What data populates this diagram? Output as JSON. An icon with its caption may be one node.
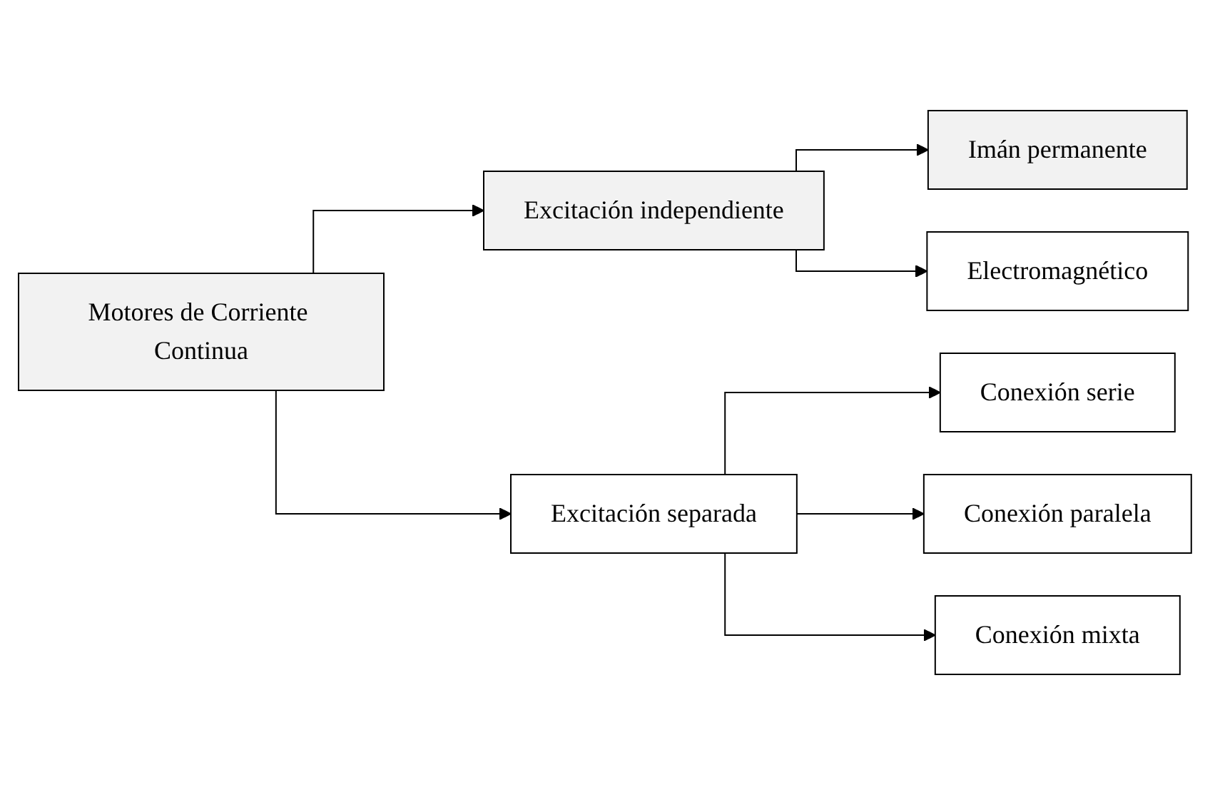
{
  "diagram": {
    "nodes": [
      {
        "text": [
          "Motores de Corriente Continua"
        ]
      },
      {
        "text": [
          "Excitación independiente"
        ]
      },
      {
        "text": [
          "Imán permanente"
        ]
      },
      {
        "text": [
          "Electromagnético"
        ]
      },
      {
        "text": [
          "Excitación separada"
        ]
      },
      {
        "text": [
          "Conexión serie"
        ]
      },
      {
        "text": [
          "Conexión paralela"
        ]
      },
      {
        "text": [
          "Conexión mixta"
        ]
      }
    ],
    "edges": [
      {
        "from": 0,
        "to": 1,
        "arrow": "to"
      },
      {
        "from": 0,
        "to": 4,
        "arrow": "to"
      },
      {
        "from": 1,
        "to": 2,
        "arrow": "to"
      },
      {
        "from": 1,
        "to": 3,
        "arrow": "to"
      },
      {
        "from": 4,
        "to": 5,
        "arrow": "to"
      },
      {
        "from": 4,
        "to": 6,
        "arrow": "to"
      },
      {
        "from": 4,
        "to": 7,
        "arrow": "to"
      }
    ]
  }
}
